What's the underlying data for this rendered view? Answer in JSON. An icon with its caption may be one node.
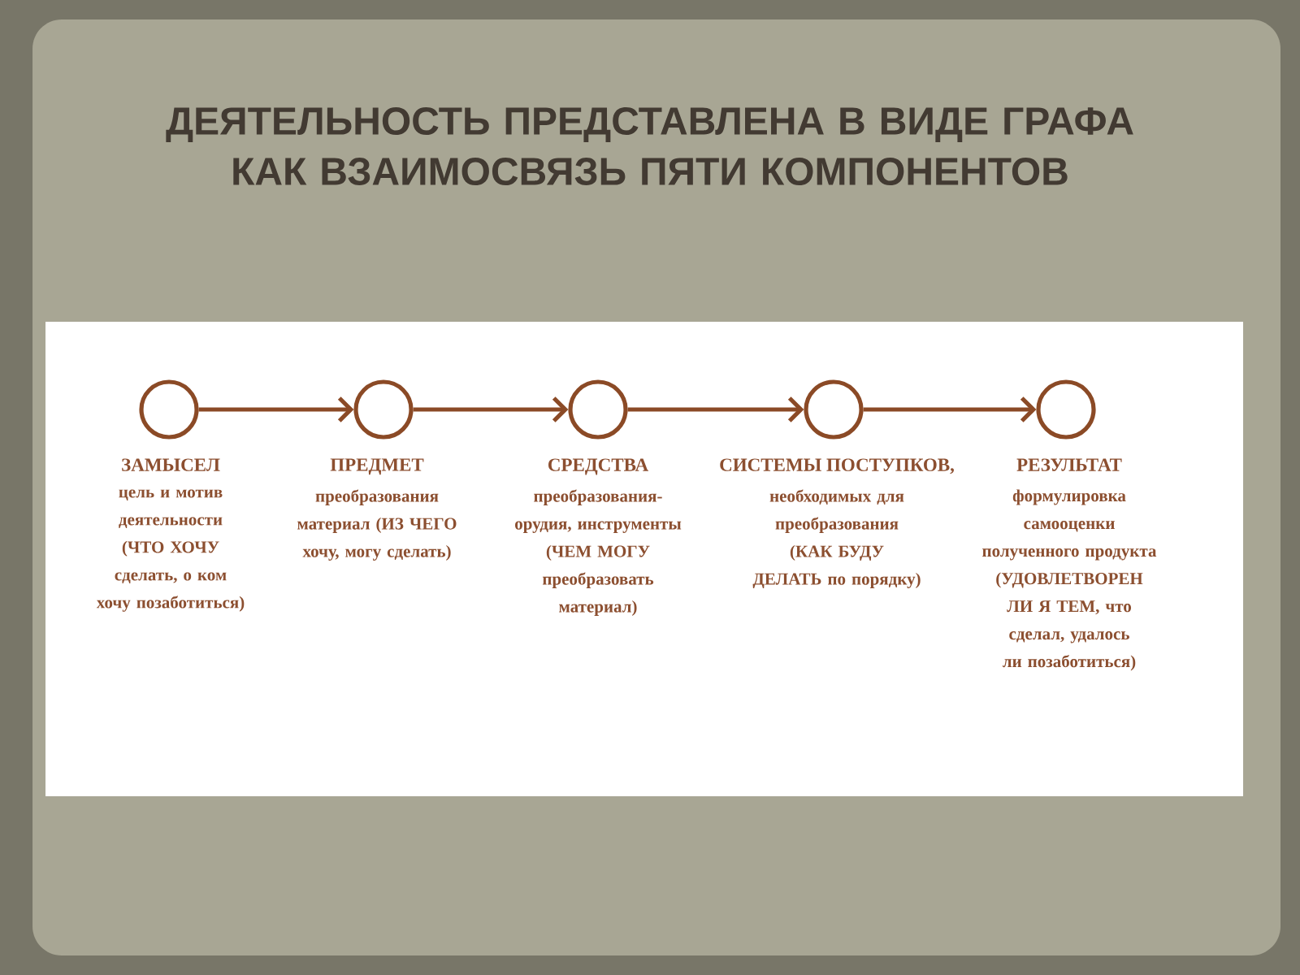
{
  "diagram": {
    "title": "ДЕЯТЕЛЬНОСТЬ ПРЕДСТАВЛЕНА В ВИДЕ ГРАФА КАК ВЗАИМОСВЯЗЬ ПЯТИ КОМПОНЕНТОВ",
    "nodes": [
      {
        "text": [],
        "shape": "circle",
        "beside": [
          "ЗАМЫСЕЛ",
          "цель и мотив деятельности (ЧТО ХОЧУ сделать, о ком хочу позаботиться)"
        ]
      },
      {
        "text": [],
        "shape": "circle",
        "beside": [
          "ПРЕДМЕТ",
          "преобразования материал (ИЗ ЧЕГО хочу, могу сделать)"
        ]
      },
      {
        "text": [],
        "shape": "circle",
        "beside": [
          "СРЕДСТВА",
          "преобразования-орудия, инструменты (ЧЕМ МОГУ преобразовать материал)"
        ]
      },
      {
        "text": [],
        "shape": "circle",
        "beside": [
          "СИСТЕМЫ ПОСТУПКОВ,",
          "необходимых для преобразования (КАК БУДУ ДЕЛАТЬ по порядку)"
        ]
      },
      {
        "text": [],
        "shape": "circle",
        "beside": [
          "РЕЗУЛЬТАТ",
          "формулировка самооценки полученного продукта (УДОВЛЕТВОРЕН ЛИ Я ТЕМ, что сделал, удалось ли позаботиться)"
        ]
      }
    ],
    "edges": [
      {
        "from": 0,
        "to": 1,
        "arrow": "to"
      },
      {
        "from": 1,
        "to": 2,
        "arrow": "to"
      },
      {
        "from": 2,
        "to": 3,
        "arrow": "to"
      },
      {
        "from": 3,
        "to": 4,
        "arrow": "to"
      }
    ]
  }
}
